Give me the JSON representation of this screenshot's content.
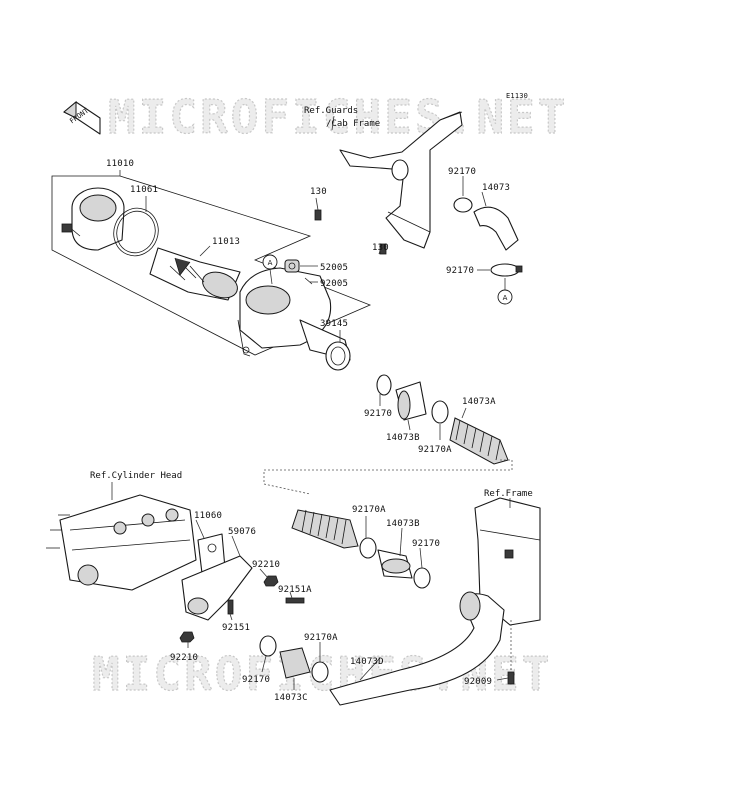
{
  "diagram_code": "E1130",
  "watermark": "MICROFICHES.NET",
  "front_arrow": "FRONT",
  "refs": {
    "guards_line1": "Ref.Guards",
    "guards_line2": "/Cab Frame",
    "cylinder_head": "Ref.Cylinder Head",
    "frame": "Ref.Frame"
  },
  "ref_marker": "A",
  "parts": {
    "p11010": "11010",
    "p11061": "11061",
    "p11013": "11013",
    "p130a": "130",
    "p130b": "130",
    "p52005": "52005",
    "p92005": "92005",
    "p39145": "39145",
    "p92170_top": "92170",
    "p14073": "14073",
    "p92170_a": "92170",
    "p92170_mid": "92170",
    "p14073B_upper": "14073B",
    "p92170A_upper": "92170A",
    "p14073A": "14073A",
    "p11060": "11060",
    "p59076": "59076",
    "p92210_right": "92210",
    "p92151A": "92151A",
    "p92151": "92151",
    "p92210_left": "92210",
    "p92170A_lower": "92170A",
    "p14073B_lower": "14073B",
    "p92170_lower": "92170",
    "p92170A_bottom": "92170A",
    "p14073D": "14073D",
    "p92170_bottom": "92170",
    "p14073C": "14073C",
    "p92009": "92009"
  }
}
